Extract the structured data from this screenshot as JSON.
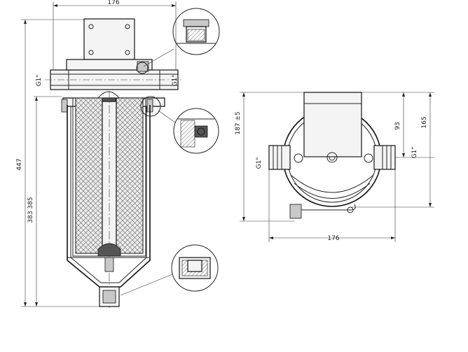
{
  "dimensions": {
    "width_top": "176",
    "thread_left_upper": "G1\"",
    "thread_right_upper": "G1\"",
    "overall_height": "447",
    "cartridge_heights": "383 385",
    "top_view_height": "187 ±5",
    "inlet_height": "93",
    "top_view_right": "165",
    "thread_left_top": "G1\"",
    "thread_right_top": "G1\"",
    "width_bottom": "176"
  }
}
